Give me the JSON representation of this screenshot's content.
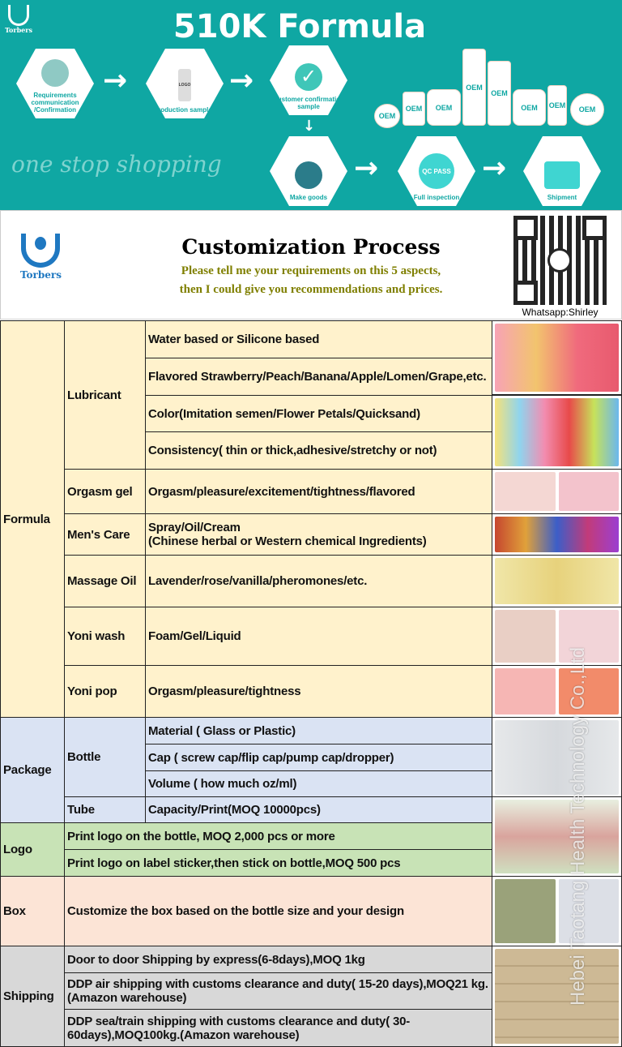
{
  "hero": {
    "brand": "Torbers",
    "title": "510K Formula",
    "tagline": "one stop shopping",
    "steps": [
      "Requirements communication /Confirmation",
      "Production samples",
      "Customer confirmation sample",
      "Make goods",
      "Full inspection",
      "Shipment"
    ],
    "qc_badge": "QC PASS",
    "bottle_label": "OEM",
    "logo_label": "LOGO"
  },
  "header": {
    "brand": "Torbers",
    "title": "Customization Process",
    "sub1": "Please tell me your requirements on this 5 aspects,",
    "sub2": "then I could give you recommendations and prices.",
    "whatsapp": "Whatsapp:Shirley"
  },
  "table": {
    "formula": {
      "label": "Formula",
      "lubricant": {
        "label": "Lubricant",
        "rows": [
          "Water based or Silicone based",
          "Flavored Strawberry/Peach/Banana/Apple/Lomen/Grape,etc.",
          "Color(Imitation semen/Flower Petals/Quicksand)",
          "Consistency( thin or thick,adhesive/stretchy or not)"
        ]
      },
      "orgasm": {
        "label": "Orgasm gel",
        "text": "Orgasm/pleasure/excitement/tightness/flavored"
      },
      "mens": {
        "label": "Men's Care",
        "text1": "Spray/Oil/Cream",
        "text2": "(Chinese herbal or Western chemical Ingredients)"
      },
      "massage": {
        "label": "Massage Oil",
        "text": "Lavender/rose/vanilla/pheromones/etc."
      },
      "yoniwash": {
        "label": "Yoni wash",
        "text": "Foam/Gel/Liquid"
      },
      "yonipop": {
        "label": "Yoni pop",
        "text": "Orgasm/pleasure/tightness"
      }
    },
    "package": {
      "label": "Package",
      "bottle": {
        "label": "Bottle",
        "rows": [
          "Material ( Glass or Plastic)",
          "Cap ( screw cap/flip cap/pump cap/dropper)",
          "Volume ( how much oz/ml)"
        ]
      },
      "tube": {
        "label": "Tube",
        "text": "Capacity/Print(MOQ 10000pcs)"
      }
    },
    "logo": {
      "label": "Logo",
      "rows": [
        "Print logo on the bottle, MOQ 2,000 pcs or more",
        "Print logo on label sticker,then stick on bottle,MOQ 500 pcs"
      ]
    },
    "box": {
      "label": "Box",
      "text": "Customize the box based on the bottle size and your design"
    },
    "shipping": {
      "label": "Shipping",
      "rows": [
        "Door to door Shipping by express(6-8days),MOQ 1kg",
        "DDP air shipping with customs clearance and duty( 15-20 days),MOQ21 kg.(Amazon warehouse)",
        "DDP sea/train shipping with customs clearance and duty( 30-60days),MOQ100kg.(Amazon warehouse)"
      ]
    }
  },
  "watermark": "Hebei Taotang Health Technology Co.,Ltd",
  "colors": {
    "teal": "#0fa7a3",
    "formula": "#fff2cc",
    "package": "#dae3f3",
    "logo": "#c8e3b6",
    "box": "#fce4d6",
    "shipping": "#d8d8d8",
    "olive": "#7f7f00"
  }
}
